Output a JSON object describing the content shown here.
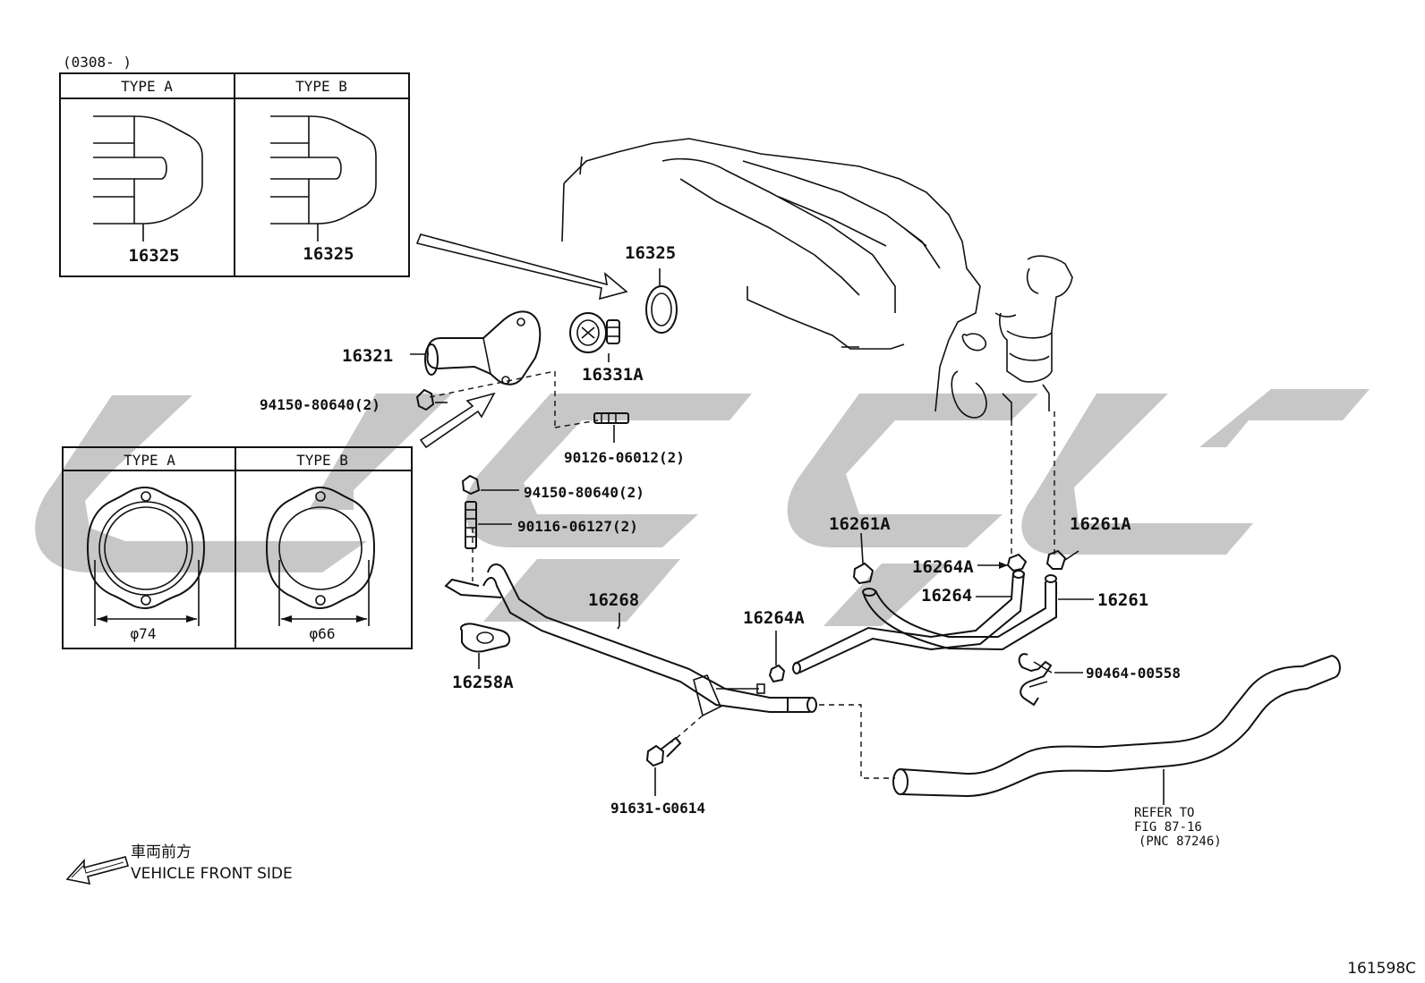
{
  "inset_top": {
    "date_range": "(0308-        )",
    "type_a": "TYPE A",
    "type_b": "TYPE B",
    "part_a": "16325",
    "part_b": "16325"
  },
  "inset_bottom": {
    "type_a": "TYPE A",
    "type_b": "TYPE B",
    "dim_a": "φ74",
    "dim_b": "φ66"
  },
  "parts": [
    {
      "id": "16325",
      "label": "16325"
    },
    {
      "id": "16321",
      "label": "16321"
    },
    {
      "id": "16331A",
      "label": "16331A"
    },
    {
      "id": "94150-80640-a",
      "label": "94150-80640(2)"
    },
    {
      "id": "90126-06012",
      "label": "90126-06012(2)"
    },
    {
      "id": "94150-80640-b",
      "label": "94150-80640(2)"
    },
    {
      "id": "90116-06127",
      "label": "90116-06127(2)"
    },
    {
      "id": "16268",
      "label": "16268"
    },
    {
      "id": "16258A",
      "label": "16258A"
    },
    {
      "id": "16264A-a",
      "label": "16264A"
    },
    {
      "id": "91631-G0614",
      "label": "91631-G0614"
    },
    {
      "id": "16261A-a",
      "label": "16261A"
    },
    {
      "id": "16261A-b",
      "label": "16261A"
    },
    {
      "id": "16264A-b",
      "label": "16264A"
    },
    {
      "id": "16264",
      "label": "16264"
    },
    {
      "id": "16261",
      "label": "16261"
    },
    {
      "id": "90464-00558",
      "label": "90464-00558"
    }
  ],
  "reference": {
    "line1": "REFER TO",
    "line2": "FIG 87-16",
    "line3": "(PNC 87246)"
  },
  "direction": {
    "japanese": "車両前方",
    "english": "VEHICLE FRONT SIDE"
  },
  "figure_code": "161598C"
}
